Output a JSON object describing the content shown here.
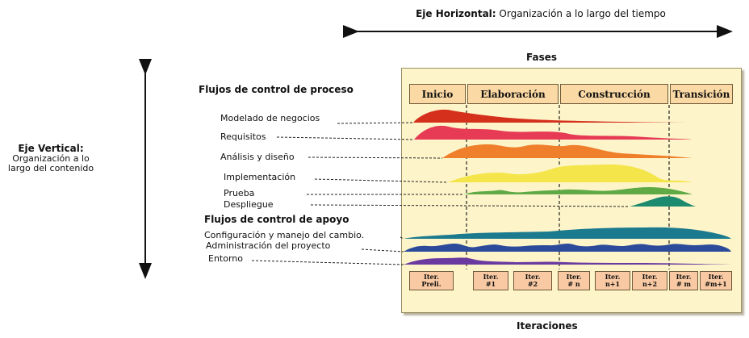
{
  "header": {
    "axis_label": "Eje Horizontal:",
    "axis_desc": "Organización a lo largo del tiempo",
    "phases_title": "Fases",
    "iterations_title": "Iteraciones"
  },
  "vertical": {
    "label": "Eje Vertical:",
    "desc": "Organización a lo largo del contenido"
  },
  "process": {
    "title": "Flujos de control de proceso",
    "workflows": [
      "Modelado de negocios",
      "Requisitos",
      "Análisis y diseño",
      "Implementación",
      "Prueba",
      "Despliegue"
    ]
  },
  "support": {
    "title": "Flujos de control de apoyo",
    "workflows": [
      "Configuración y manejo del cambio.",
      "Administración del proyecto",
      "Entorno"
    ]
  },
  "phases": [
    "Inicio",
    "Elaboración",
    "Construcción",
    "Transición"
  ],
  "iterations": [
    "Iter.\nPreli.",
    "Iter.\n#1",
    "Iter.\n#2",
    "Iter.\n# n",
    "Iter.\nn+1",
    "Iter.\nn+2",
    "Iter.\n# m",
    "Iter.\n#m+1"
  ],
  "colors": {
    "modelado": "#d4301c",
    "requisitos": "#e63a55",
    "analisis": "#ef7f2a",
    "implementacion": "#f4e54a",
    "prueba": "#5faa45",
    "despliegue": "#1c8a6f",
    "configuracion": "#1c7a8e",
    "administracion": "#2b4a9a",
    "entorno": "#6a3aa0"
  }
}
